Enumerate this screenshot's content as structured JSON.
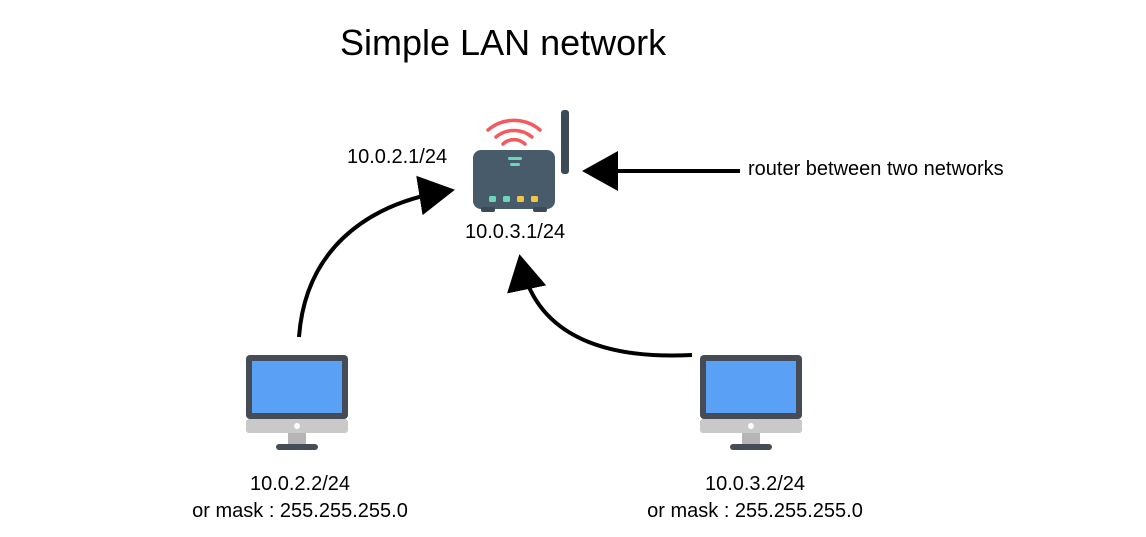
{
  "title": "Simple LAN network",
  "router": {
    "ip_top": "10.0.2.1/24",
    "ip_bottom": "10.0.3.1/24",
    "annotation": "router between two networks",
    "icon": "wifi-router-icon",
    "wifi_color": "#f3595f",
    "body_color": "#475b6a"
  },
  "hosts": [
    {
      "ip": "10.0.2.2/24",
      "mask": "or mask : 255.255.255.0",
      "icon": "desktop-computer-icon"
    },
    {
      "ip": "10.0.3.2/24",
      "mask": "or mask : 255.255.255.0",
      "icon": "desktop-computer-icon"
    }
  ],
  "colors": {
    "screen": "#5aa1f6",
    "monitor_frame": "#464c55",
    "stand": "#c9c9c9"
  }
}
